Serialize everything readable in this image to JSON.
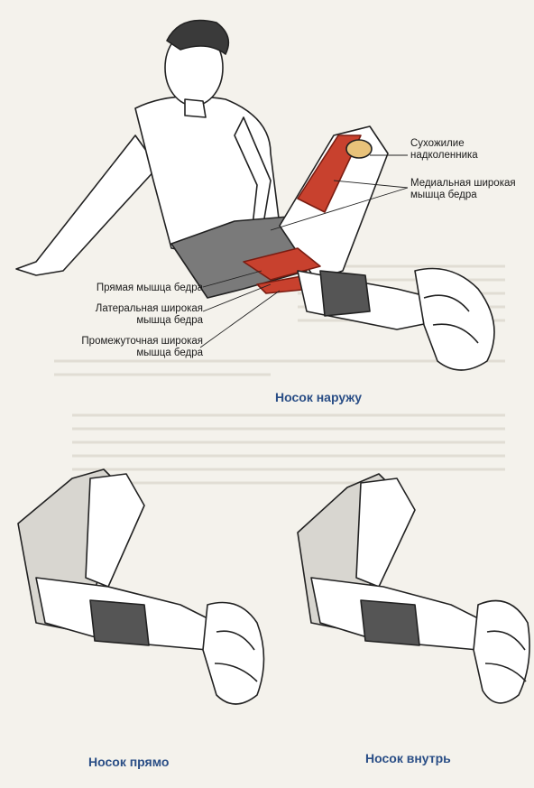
{
  "labels": {
    "patellar_tendon": "Сухожилие\nнадколенника",
    "vastus_medialis": "Медиальная широкая\nмышца бедра",
    "rectus_femoris": "Прямая мышца бедра",
    "vastus_lateralis": "Латеральная широкая\nмышца бедра",
    "vastus_intermedius": "Промежуточная широкая\nмышца бедра"
  },
  "captions": {
    "toe_out": "Носок наружу",
    "toe_straight": "Носок прямо",
    "toe_in": "Носок внутрь"
  },
  "colors": {
    "muscle": "#c8412e",
    "caption": "#2a4e86"
  }
}
